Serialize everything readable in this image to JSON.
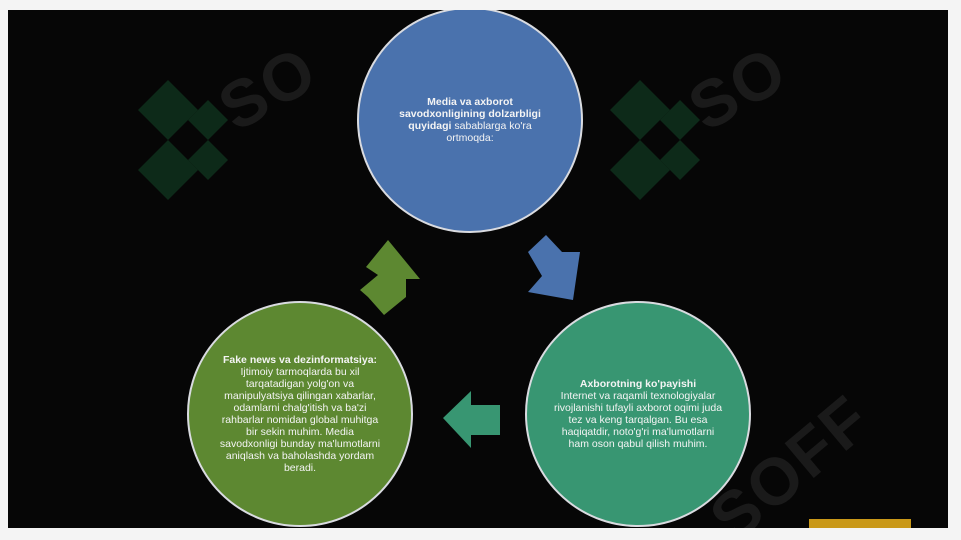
{
  "diagram": {
    "nodes": {
      "top": {
        "bold": "Media va axborot savodxonligining dolzarbligi quyidagi",
        "text": "sabablarga ko'ra ortmoqda:"
      },
      "right": {
        "bold": "Axborotning ko'payishi",
        "text": "Internet va raqamli texnologiyalar rivojlanishi tufayli axborot oqimi juda tez va keng tarqalgan. Bu esa haqiqatdir, noto'g'ri ma'lumotlarni ham oson qabul qilish muhim."
      },
      "left": {
        "bold": "Fake news va dezinformatsiya:",
        "text": "Ijtimoiy tarmoqlarda bu xil tarqatadigan yolg'on va manipulyatsiya qilingan xabarlar, odamlarni chalg'itish va ba'zi rahbarlar nomidan global muhitga bir sekin muhim. Media savodxonligi bunday ma'lumotlarni aniqlash va baholashda yordam beradi."
      }
    },
    "colors": {
      "top": "#4a72ad",
      "right": "#389672",
      "left": "#5d8831",
      "background": "#060606",
      "accent": "#c99818"
    },
    "watermark_icon": "sf-logo-icon"
  }
}
